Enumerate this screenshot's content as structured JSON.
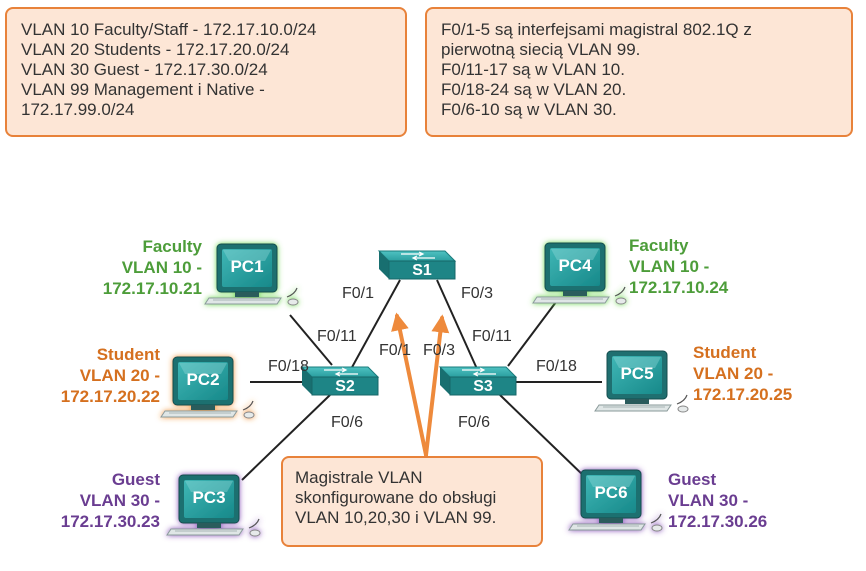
{
  "vlan_info": {
    "lines": [
      "VLAN 10 Faculty/Staff - 172.17.10.0/24",
      "VLAN 20 Students - 172.17.20.0/24",
      "VLAN 30 Guest - 172.17.30.0/24",
      "VLAN 99 Management i Native -",
      "172.17.99.0/24"
    ]
  },
  "port_info": {
    "lines": [
      "F0/1-5 są interfejsami magistral 802.1Q z",
      "pierwotną siecią VLAN 99.",
      "F0/11-17 są w VLAN 10.",
      "F0/18-24 są w VLAN 20.",
      "F0/6-10 są w VLAN 30."
    ]
  },
  "callout": {
    "lines": [
      "Magistrale VLAN",
      "skonfigurowane do obsługi",
      "VLAN 10,20,30 i VLAN 99."
    ]
  },
  "colors": {
    "faculty": "#4d9d3a",
    "student": "#d5701f",
    "guest": "#6a3d91",
    "box_border": "#e8823a",
    "box_fill": "#fde6d6",
    "arrow": "#ee8a3c",
    "device": "#1d8b8d"
  },
  "switches": {
    "s1": {
      "label": "S1"
    },
    "s2": {
      "label": "S2"
    },
    "s3": {
      "label": "S3"
    }
  },
  "pcs": {
    "pc1": {
      "label": "PC1",
      "role": "Faculty",
      "vlan": "VLAN 10 -",
      "ip": "172.17.10.21"
    },
    "pc2": {
      "label": "PC2",
      "role": "Student",
      "vlan": "VLAN 20 -",
      "ip": "172.17.20.22"
    },
    "pc3": {
      "label": "PC3",
      "role": "Guest",
      "vlan": "VLAN 30 -",
      "ip": "172.17.30.23"
    },
    "pc4": {
      "label": "PC4",
      "role": "Faculty",
      "vlan": "VLAN 10 -",
      "ip": "172.17.10.24"
    },
    "pc5": {
      "label": "PC5",
      "role": "Student",
      "vlan": "VLAN 20 -",
      "ip": "172.17.20.25"
    },
    "pc6": {
      "label": "PC6",
      "role": "Guest",
      "vlan": "VLAN 30 -",
      "ip": "172.17.30.26"
    }
  },
  "ports": {
    "s1_s2": "F0/1",
    "s1_s3": "F0/3",
    "s2_pc1": "F0/11",
    "s2_pc2": "F0/18",
    "s2_pc3": "F0/6",
    "s2_s1": "F0/1",
    "s3_s1": "F0/3",
    "s3_pc4": "F0/11",
    "s3_pc5": "F0/18",
    "s3_pc6": "F0/6"
  }
}
